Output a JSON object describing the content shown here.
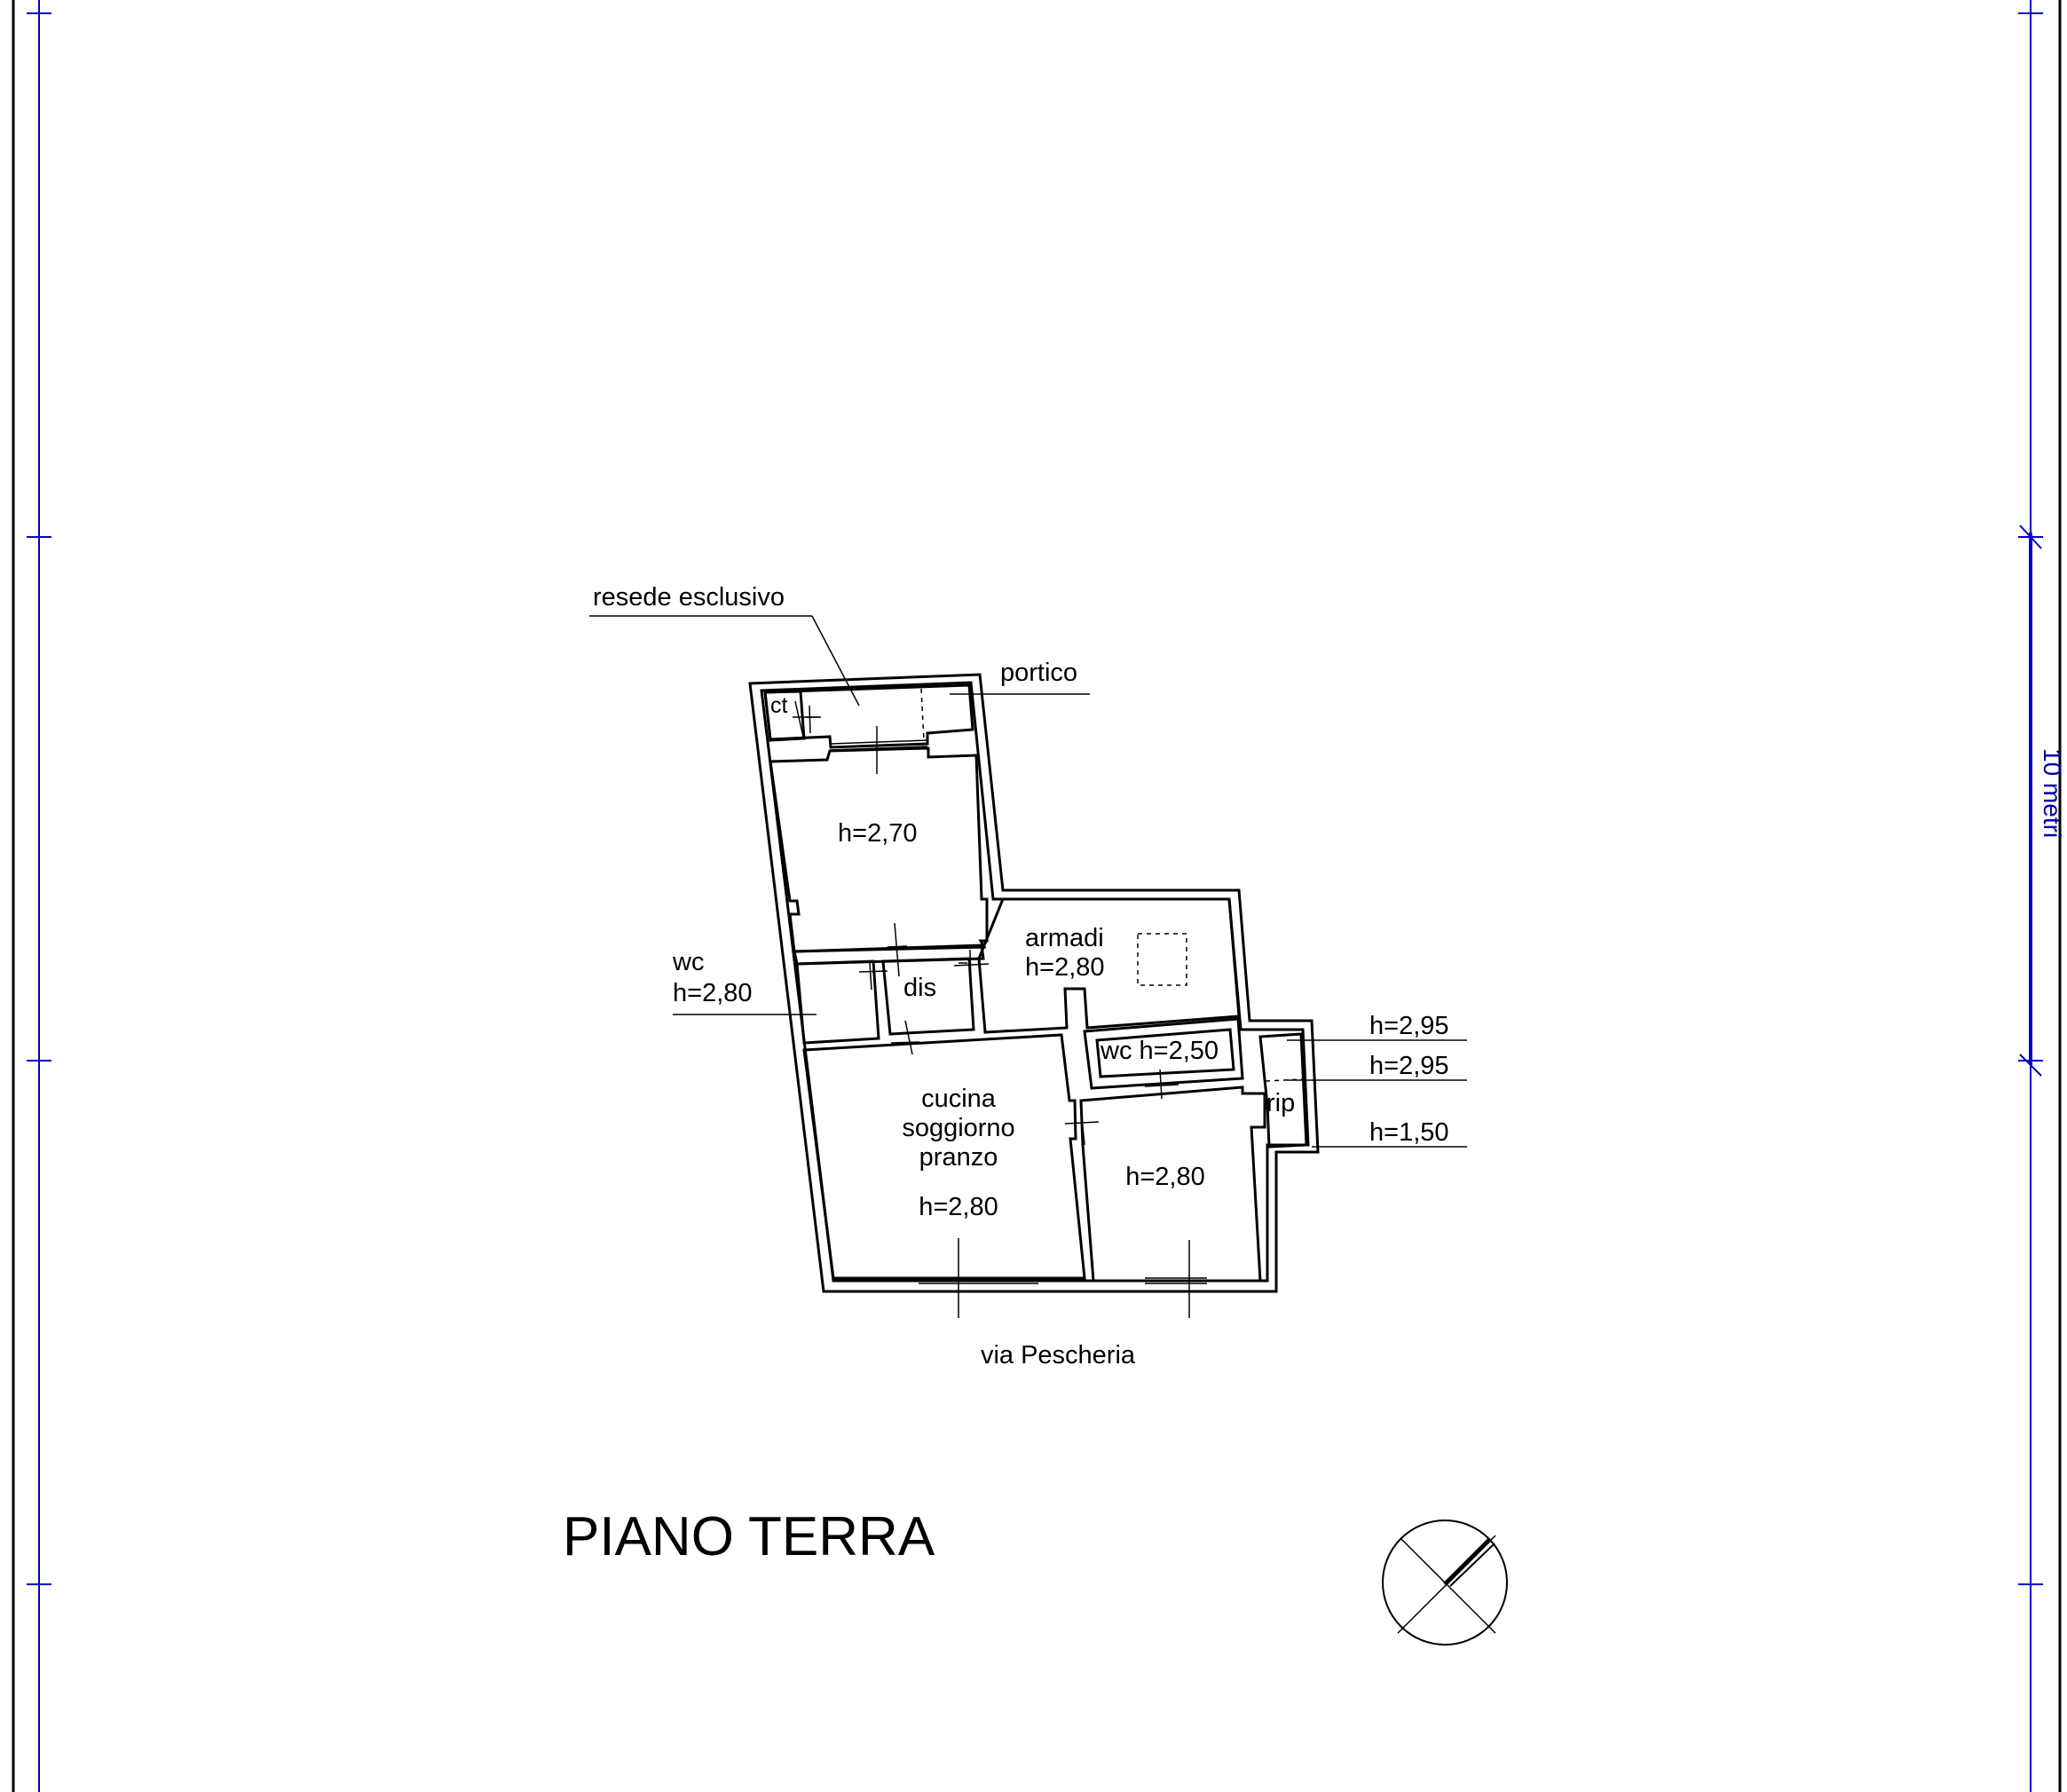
{
  "drawing": {
    "title": "PIANO TERRA",
    "street": "via Pescheria",
    "scale_label": "10 metri",
    "line_color": "#000000",
    "frame_color": "#0000c8"
  },
  "labels": {
    "resede": "resede esclusivo",
    "portico": "portico",
    "ct": "ct",
    "room_top_h": "h=2,70",
    "wc_left": "wc",
    "wc_left_h": "h=2,80",
    "dis": "dis",
    "armadi": "armadi",
    "armadi_h": "h=2,80",
    "wc_small": "wc h=2,50",
    "rip": "rip",
    "h_295_a": "h=2,95",
    "h_295_b": "h=2,95",
    "h_150": "h=1,50",
    "kitchen_1": "cucina",
    "kitchen_2": "soggiorno",
    "kitchen_3": "pranzo",
    "kitchen_h": "h=2,80",
    "room_right_h": "h=2,80"
  },
  "icons": {
    "north_arrow": "north-arrow-icon"
  }
}
